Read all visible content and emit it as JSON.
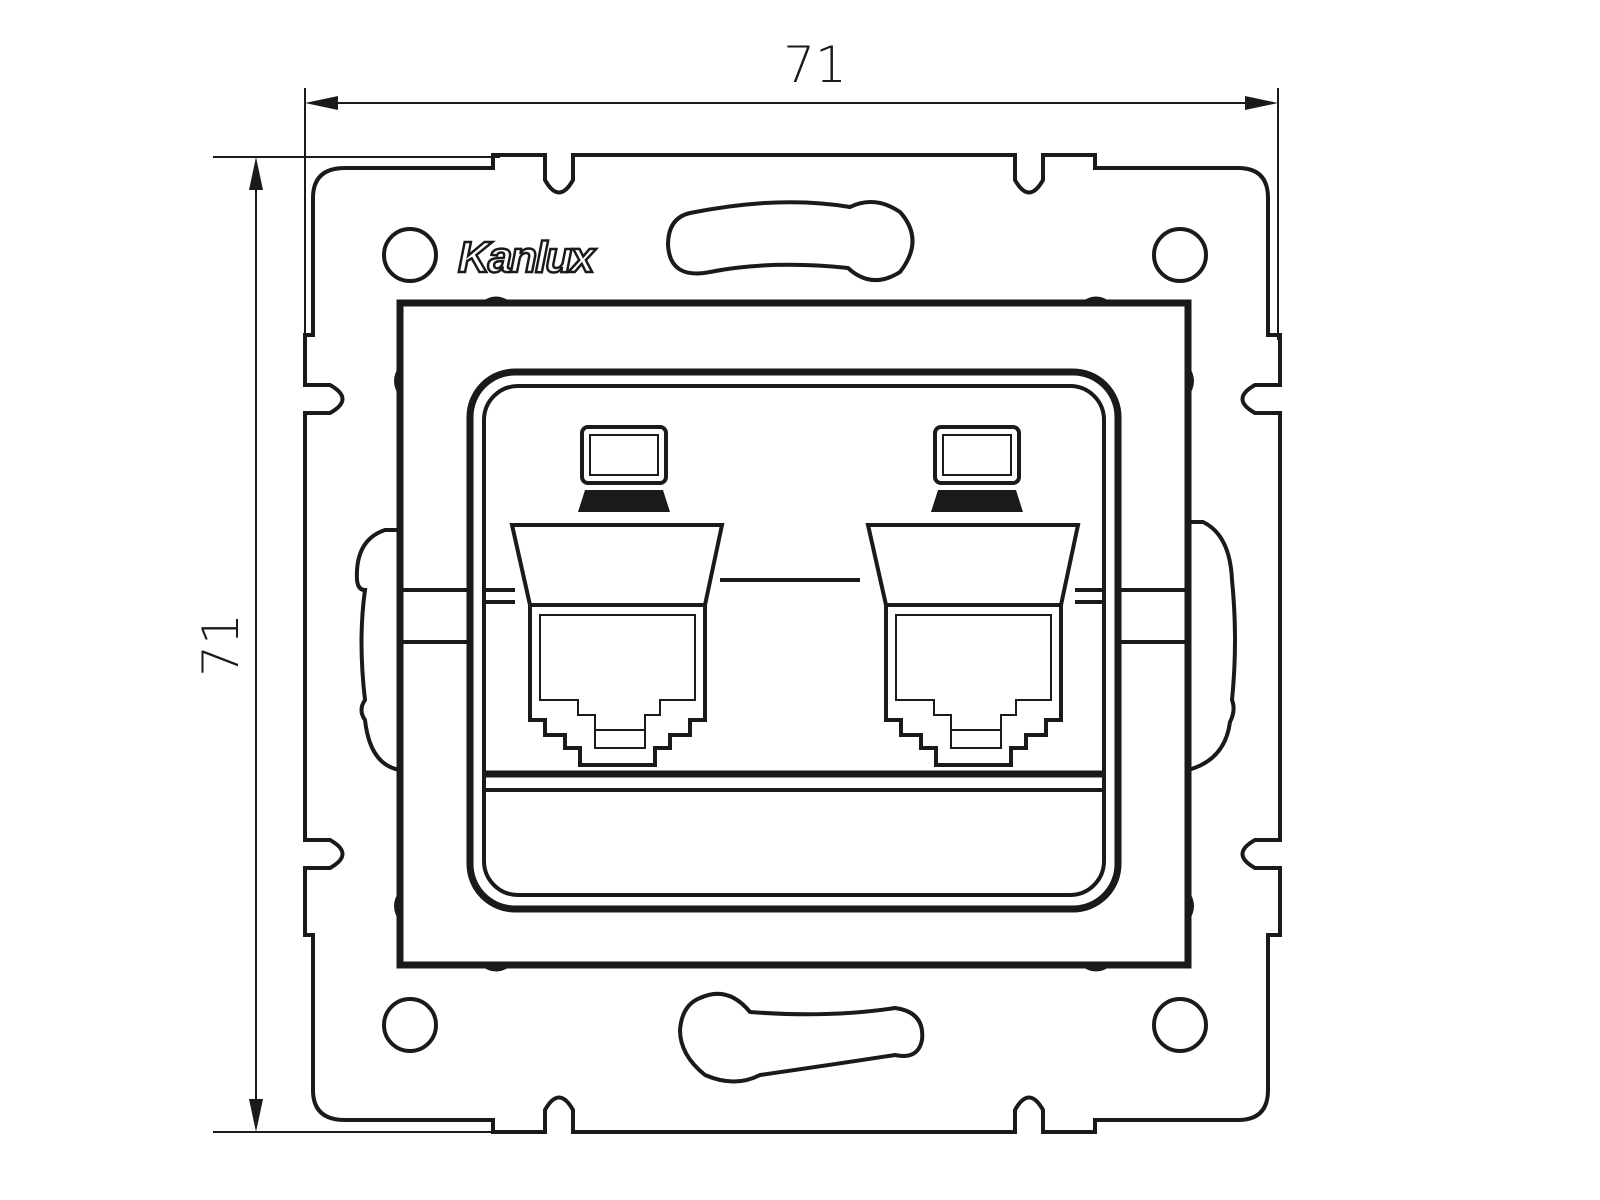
{
  "dimensions": {
    "width_label": "71",
    "height_label": "71"
  },
  "brand": {
    "logo_text": "Kanlux"
  },
  "icons": {
    "port_left_icon": "computer-icon",
    "port_right_icon": "computer-icon"
  },
  "colors": {
    "line": "#1a1a1a",
    "background": "#ffffff"
  }
}
